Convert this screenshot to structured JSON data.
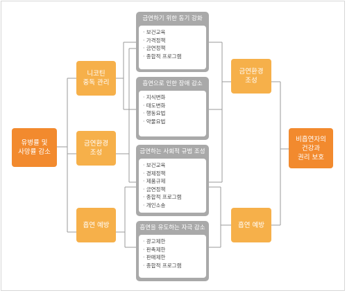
{
  "goal": "유병률 및\n사망률 감소",
  "left_nodes": [
    {
      "label": "니코틴\n중독 관리"
    },
    {
      "label": "금연환경\n조성"
    },
    {
      "label": "흡연 예방"
    }
  ],
  "panels": [
    {
      "title": "금연하기 위한 동기 강화",
      "items": [
        "보건교육",
        "가격정책",
        "금연정책",
        "종합적 프로그램"
      ]
    },
    {
      "title": "흡연으로 인한 장애 감소",
      "items": [
        "지식변화",
        "태도변화",
        "행동요법",
        "약물요법"
      ]
    },
    {
      "title": "금연하는 사회적 규범 조성",
      "items": [
        "보건교육",
        "경제정책",
        "제품규제",
        "금연정책",
        "종합적 프로그램",
        "개인소송"
      ]
    },
    {
      "title": "흡연을 유도하는 자극 감소",
      "items": [
        "광고제한",
        "판촉제한",
        "판매제한",
        "종합적 프로그램"
      ]
    }
  ],
  "right_nodes": [
    {
      "label": "금연환경\n조성"
    },
    {
      "label": "흡연 예방"
    }
  ],
  "outcome": "비흡연자의\n건강과\n권리 보호",
  "colors": {
    "main_node": "#f28a2e",
    "sub_node": "#f6b04a",
    "panel_header": "#a9a9a9",
    "connector": "#9a9a9a"
  }
}
